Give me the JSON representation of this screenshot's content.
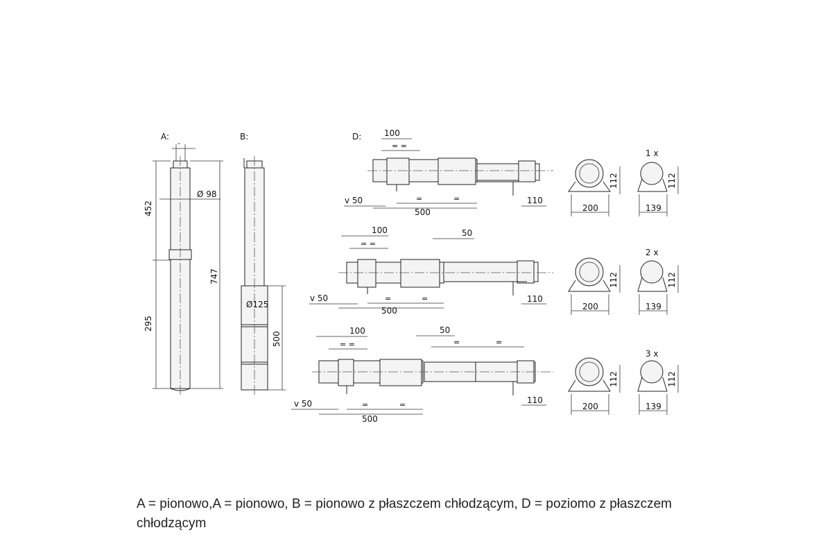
{
  "views": {
    "A": {
      "label": "A:",
      "top_mark": "-",
      "dia": "Ø 98",
      "upper": "452",
      "lower": "295",
      "total": "747"
    },
    "B": {
      "label": "B:",
      "dia": "Ø125",
      "jacket": "500"
    },
    "D": {
      "label": "D:",
      "rows": [
        {
          "w100": "100",
          "eq": "= =",
          "v50": "v  50",
          "e1": "=",
          "e2": "=",
          "w500": "500",
          "w110": "110",
          "w200": "200",
          "h112a": "112",
          "count": "1 x",
          "h112b": "112",
          "w139": "139"
        },
        {
          "w100": "100",
          "eq": "= =",
          "w50": "50",
          "v50": "v  50",
          "e1": "=",
          "e2": "=",
          "w500": "500",
          "w110": "110",
          "w200": "200",
          "h112a": "112",
          "count": "2 x",
          "h112b": "112",
          "w139": "139"
        },
        {
          "w100": "100",
          "eq": "= =",
          "w50": "50",
          "e3": "=",
          "e4": "=",
          "v50": "v  50",
          "e1": "=",
          "e2": "=",
          "w500": "500",
          "w110": "110",
          "w200": "200",
          "h112a": "112",
          "count": "3 x",
          "h112b": "112",
          "w139": "139"
        }
      ]
    }
  },
  "caption": "A = pionowo,A = pionowo, B = pionowo z płaszczem chłodzącym, D = poziomo z płaszczem chłodzącym"
}
